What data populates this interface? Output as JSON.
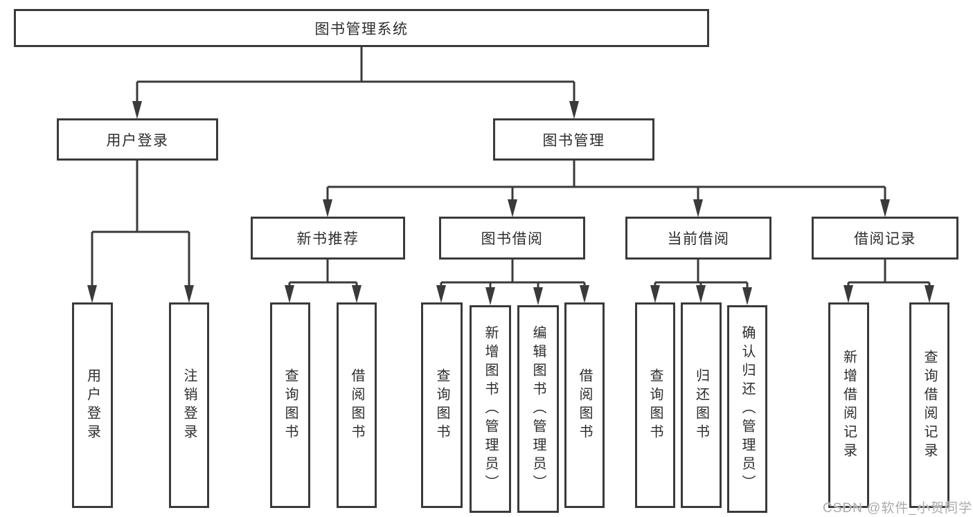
{
  "diagram": {
    "root": {
      "label": "图书管理系统"
    },
    "level2": [
      {
        "id": "user-login",
        "label": "用户登录"
      },
      {
        "id": "book-management",
        "label": "图书管理"
      }
    ],
    "level3": [
      {
        "id": "new-book-recommend",
        "parent": "book-management",
        "label": "新书推荐"
      },
      {
        "id": "book-borrow",
        "parent": "book-management",
        "label": "图书借阅"
      },
      {
        "id": "current-borrow",
        "parent": "book-management",
        "label": "当前借阅"
      },
      {
        "id": "borrow-records",
        "parent": "book-management",
        "label": "借阅记录"
      }
    ],
    "leaves": [
      {
        "parent": "user-login",
        "label": "用户登录"
      },
      {
        "parent": "user-login",
        "label": "注销登录"
      },
      {
        "parent": "new-book-recommend",
        "label": "查询图书"
      },
      {
        "parent": "new-book-recommend",
        "label": "借阅图书"
      },
      {
        "parent": "book-borrow",
        "label": "查询图书"
      },
      {
        "parent": "book-borrow",
        "label": "新增图书（管理员）"
      },
      {
        "parent": "book-borrow",
        "label": "编辑图书（管理员）"
      },
      {
        "parent": "book-borrow",
        "label": "借阅图书"
      },
      {
        "parent": "current-borrow",
        "label": "查询图书"
      },
      {
        "parent": "current-borrow",
        "label": "归还图书"
      },
      {
        "parent": "current-borrow",
        "label": "确认归还（管理员）"
      },
      {
        "parent": "borrow-records",
        "label": "新增借阅记录"
      },
      {
        "parent": "borrow-records",
        "label": "查询借阅记录"
      }
    ],
    "colors": {
      "line": "#3a3a3a",
      "text": "#2d2d2d",
      "box_background": "#ffffff",
      "page_background": "#ffffff",
      "watermark": "#ababab"
    },
    "watermark": {
      "text": "CSDN @软件_小贺同学"
    }
  }
}
